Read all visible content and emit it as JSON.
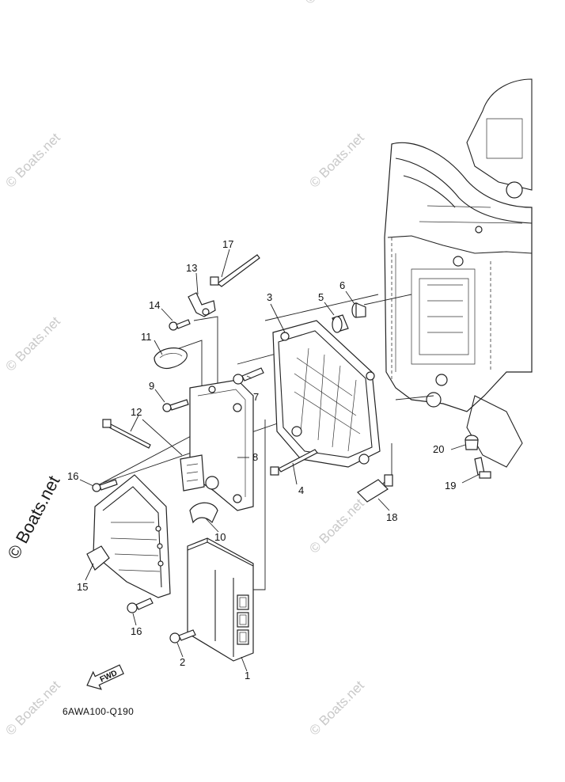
{
  "diagram_code": "6AWA100-Q190",
  "fwd_label": "FWD",
  "watermark": "© Boats.net",
  "callouts": [
    {
      "id": "c1",
      "label": "1"
    },
    {
      "id": "c2",
      "label": "2"
    },
    {
      "id": "c3",
      "label": "3"
    },
    {
      "id": "c4",
      "label": "4"
    },
    {
      "id": "c5",
      "label": "5"
    },
    {
      "id": "c6",
      "label": "6"
    },
    {
      "id": "c7",
      "label": "7"
    },
    {
      "id": "c8",
      "label": "8"
    },
    {
      "id": "c9",
      "label": "9"
    },
    {
      "id": "c10",
      "label": "10"
    },
    {
      "id": "c11",
      "label": "11"
    },
    {
      "id": "c12",
      "label": "12"
    },
    {
      "id": "c13",
      "label": "13"
    },
    {
      "id": "c14",
      "label": "14"
    },
    {
      "id": "c15",
      "label": "15"
    },
    {
      "id": "c16a",
      "label": "16"
    },
    {
      "id": "c16b",
      "label": "16"
    },
    {
      "id": "c17",
      "label": "17"
    },
    {
      "id": "c18",
      "label": "18"
    },
    {
      "id": "c19",
      "label": "19"
    },
    {
      "id": "c20",
      "label": "20"
    }
  ]
}
